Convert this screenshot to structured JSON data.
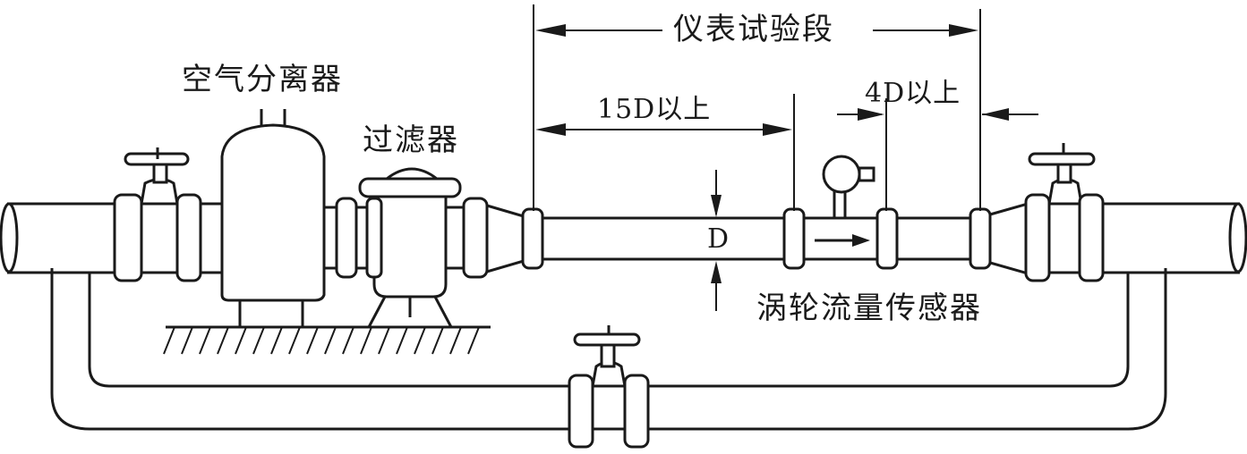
{
  "diagram": {
    "labels": {
      "air_separator": "空气分离器",
      "filter": "过滤器",
      "test_section": "仪表试验段",
      "upstream_length": "15D以上",
      "downstream_length": "4D以上",
      "diameter": "D",
      "sensor": "涡轮流量传感器"
    }
  }
}
